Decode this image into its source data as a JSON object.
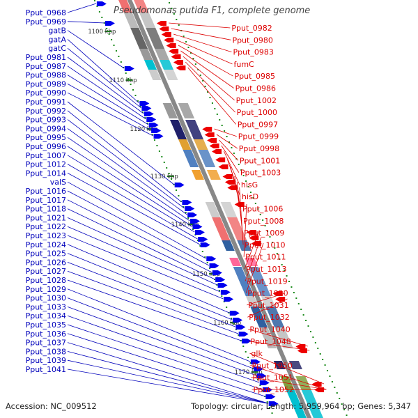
{
  "title": "Pseudomonas putida F1, complete genome",
  "footer": {
    "accession": "Accession: NC_009512",
    "topology": "Topology: circular; Length: 5,959,964 bp; Genes: 5,347"
  },
  "colors": {
    "left_gene": "#0000ee",
    "right_gene": "#ee0000",
    "left_label": "#0000bb",
    "right_label": "#dd0000",
    "backbone": "#888888",
    "tick": "#1a8a1a"
  },
  "scale_labels": [
    "1100 kbp",
    "1110 kbp",
    "1120 kbp",
    "1130 kbp",
    "1140 kbp",
    "1150 kbp",
    "1160 kbp",
    "1170 kbp"
  ],
  "left_labels": [
    "Pput_0968",
    "Pput_0969",
    "gatB",
    "gatA",
    "gatC",
    "Pput_0981",
    "Pput_0987",
    "Pput_0988",
    "Pput_0989",
    "Pput_0990",
    "Pput_0991",
    "Pput_0992",
    "Pput_0993",
    "Pput_0994",
    "Pput_0995",
    "Pput_0996",
    "Pput_1007",
    "Pput_1012",
    "Pput_1014",
    "valS",
    "Pput_1016",
    "Pput_1017",
    "Pput_1018",
    "Pput_1021",
    "Pput_1022",
    "Pput_1023",
    "Pput_1024",
    "Pput_1025",
    "Pput_1026",
    "Pput_1027",
    "Pput_1028",
    "Pput_1029",
    "Pput_1030",
    "Pput_1033",
    "Pput_1034",
    "Pput_1035",
    "Pput_1036",
    "Pput_1037",
    "Pput_1038",
    "Pput_1039",
    "Pput_1041"
  ],
  "right_labels": [
    "Pput_0982",
    "Pput_0980",
    "Pput_0983",
    "fumC",
    "Pput_0985",
    "Pput_0986",
    "Pput_1002",
    "Pput_1000",
    "Pput_0997",
    "Pput_0999",
    "Pput_0998",
    "Pput_1001",
    "Pput_1003",
    "hisG",
    "hisD",
    "Pput_1006",
    "Pput_1008",
    "Pput_1009",
    "Pput_1010",
    "Pput_1011",
    "Pput_1013",
    "Pput_1019",
    "Pput_1020",
    "Pput_1031",
    "Pput_1032",
    "Pput_1040",
    "Pput_1048",
    "glk",
    "Pput_1050",
    "Pput_1051",
    "Pput_1052"
  ]
}
